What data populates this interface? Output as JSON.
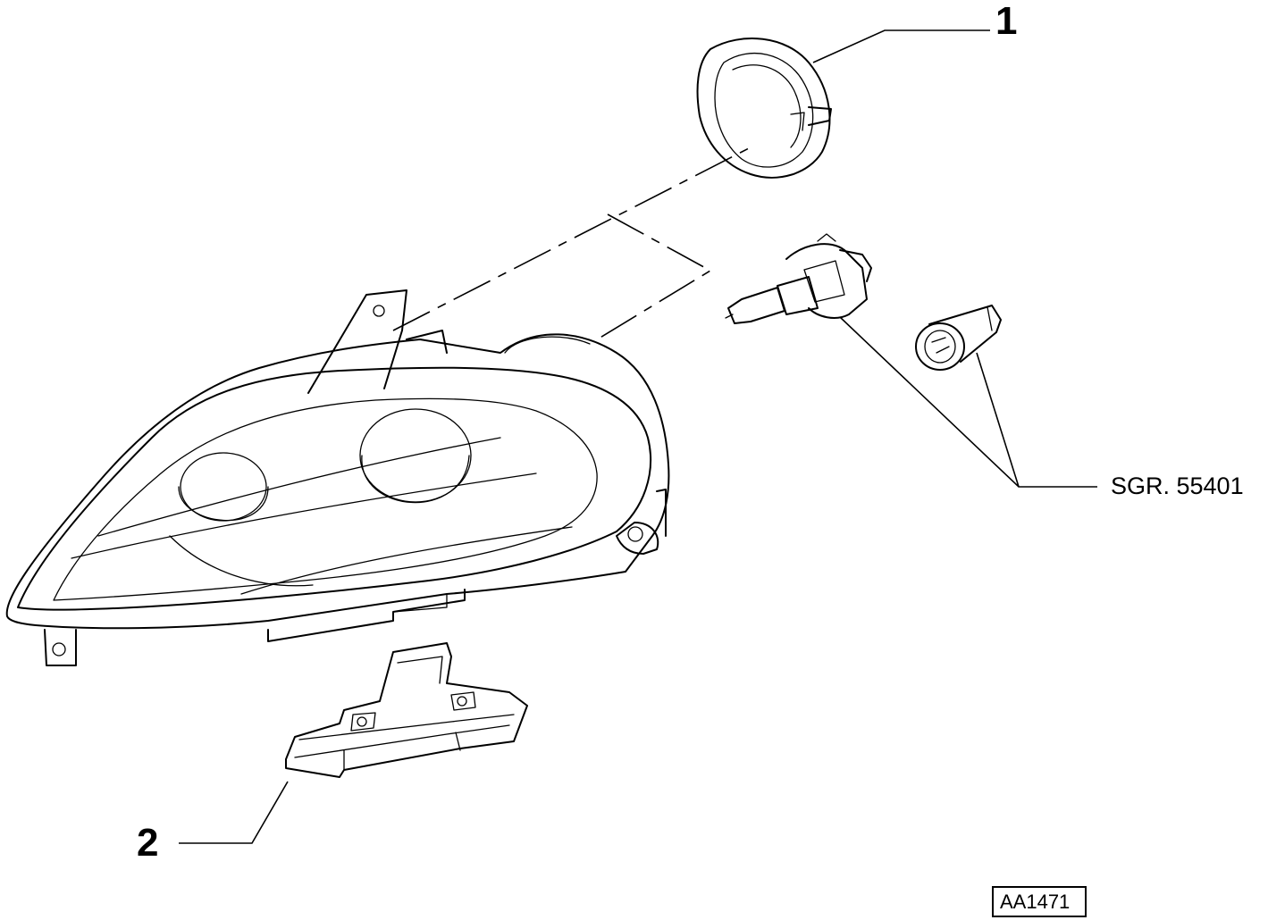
{
  "callouts": [
    {
      "id": "1",
      "label": "1"
    },
    {
      "id": "2",
      "label": "2"
    }
  ],
  "reference": {
    "label": "SGR. 55401"
  },
  "drawing_code": "AA1471"
}
